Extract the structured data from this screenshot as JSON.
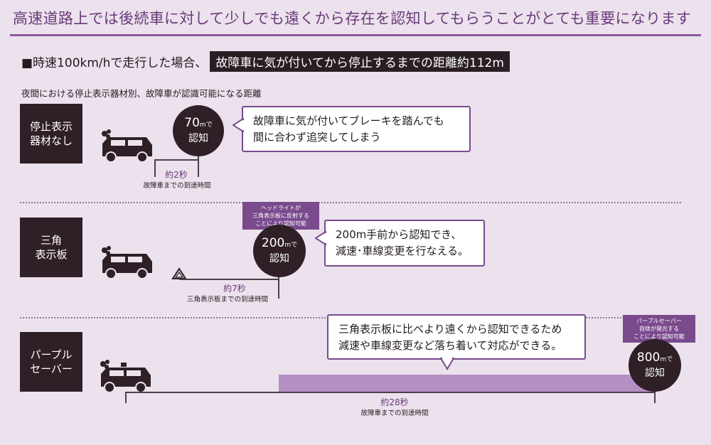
{
  "header": {
    "title": "高速道路上では後続車に対して少しでも遠くから存在を認知してもらうことがとても重要になります"
  },
  "intro": {
    "prefix": "■時速100km/hで走行した場合、",
    "highlight": "故障車に気が付いてから停止するまでの距離約112m"
  },
  "caption": "夜間における停止表示器材別、故障車が認識可能になる距離",
  "rows": [
    {
      "label_lines": [
        "停止表示",
        "器材なし"
      ],
      "badge": {
        "value": "70",
        "unit": "m",
        "suffix": "で",
        "caption": "認知"
      },
      "bubble_lines": [
        "故障車に気が付いてブレーキを踏んでも",
        "間に合わず追突してしまう"
      ],
      "duration": "約2秒",
      "duration_caption": "故障車までの到達時間"
    },
    {
      "label_lines": [
        "三角",
        "表示板"
      ],
      "note_lines": [
        "ヘッドライトが",
        "三角表示板に反射する",
        "ことにより認知可能"
      ],
      "badge": {
        "value": "200",
        "unit": "m",
        "suffix": "で",
        "caption": "認知"
      },
      "bubble_lines": [
        "200m手前から認知でき、",
        "減速･車線変更を行なえる。"
      ],
      "duration": "約7秒",
      "duration_caption": "三角表示板までの到達時間"
    },
    {
      "label_lines": [
        "パープル",
        "セーバー"
      ],
      "note_lines": [
        "パープルセーバー",
        "自体が発光する",
        "ことにより認知可能"
      ],
      "badge": {
        "value": "800",
        "unit": "m",
        "suffix": "で",
        "caption": "認知"
      },
      "bubble_lines": [
        "三角表示板に比べより遠くから認知できるため",
        "減速や車線変更など落ち着いて対応ができる。"
      ],
      "duration": "約28秒",
      "duration_caption": "故障車までの到達時間"
    }
  ],
  "colors": {
    "purple": "#7a4a8d",
    "dark": "#2e2026",
    "bar": "#b48fc4",
    "background": "#ebe2ed"
  }
}
